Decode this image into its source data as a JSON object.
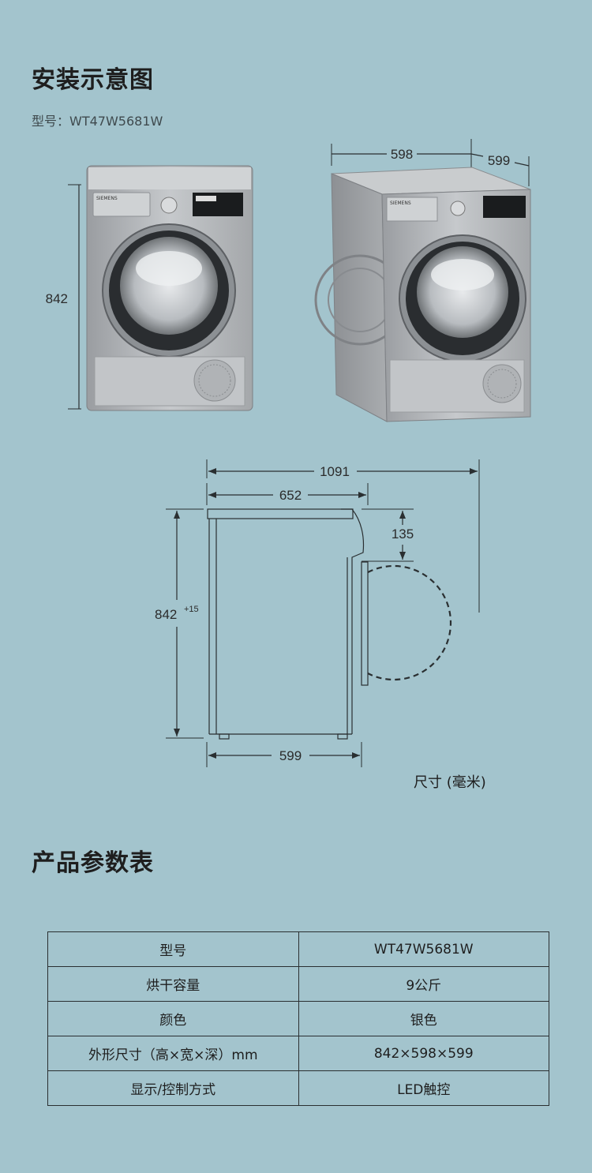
{
  "section1": {
    "title": "安装示意图",
    "model_label": "型号：",
    "model_value": "WT47W5681W"
  },
  "product_images": {
    "front_height_label": "842",
    "perspective_width_label": "598",
    "perspective_depth_label": "599",
    "brand_text": "SIEMENS"
  },
  "diagram": {
    "total_depth": "1091",
    "body_depth": "652",
    "door_offset": "135",
    "height_main": "842",
    "height_tolerance": "+15",
    "bottom_depth": "599",
    "unit_caption": "尺寸 (毫米)"
  },
  "section2": {
    "title": "产品参数表"
  },
  "spec_table": {
    "rows": [
      {
        "key": "型号",
        "value": "WT47W5681W"
      },
      {
        "key": "烘干容量",
        "value": "9公斤"
      },
      {
        "key": "颜色",
        "value": "银色"
      },
      {
        "key": "外形尺寸（高×宽×深）mm",
        "value": "842×598×599"
      },
      {
        "key": "显示/控制方式",
        "value": "LED触控"
      }
    ]
  },
  "colors": {
    "background": "#a3c4cd",
    "line": "#2a2f31",
    "appliance_silver": "#b5b8bb"
  }
}
